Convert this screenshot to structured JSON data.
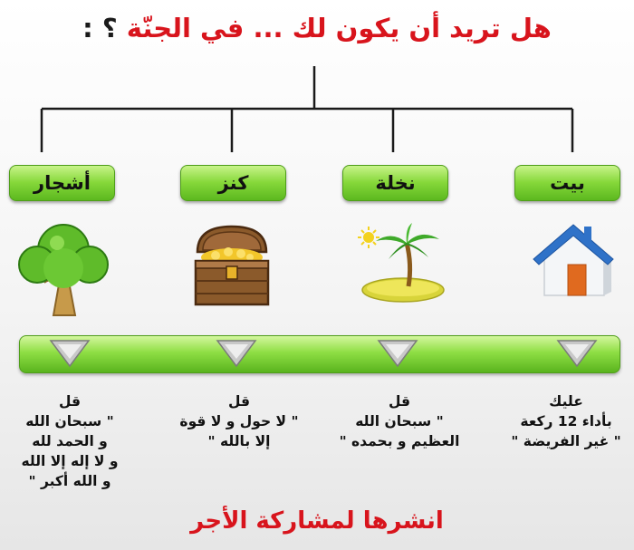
{
  "title": {
    "main": "هل تريد أن يكون لك ... في الجنّة ",
    "punct": "؟ :"
  },
  "items": [
    {
      "label": "بيت",
      "icon": "house-icon",
      "desc": [
        "عليك",
        "بأداء 12 ركعة",
        "\" غير الفريضة \""
      ]
    },
    {
      "label": "نخلة",
      "icon": "palm-island-icon",
      "desc": [
        "قل",
        "\" سبحان الله",
        "العظيم و بحمده \""
      ]
    },
    {
      "label": "كنز",
      "icon": "treasure-chest-icon",
      "desc": [
        "قل",
        "\" لا حول و لا قوة",
        "إلا بالله \""
      ]
    },
    {
      "label": "أشجار",
      "icon": "tree-icon",
      "desc": [
        "قل",
        "\" سبحان الله",
        "و الحمد لله",
        "و لا إله إلا الله",
        "و الله أكبر \""
      ]
    }
  ],
  "footer": "انشرها لمشاركة الأجر",
  "colors": {
    "title": "#d8141c",
    "green": "#86d83a",
    "line": "#1a1a1a"
  }
}
